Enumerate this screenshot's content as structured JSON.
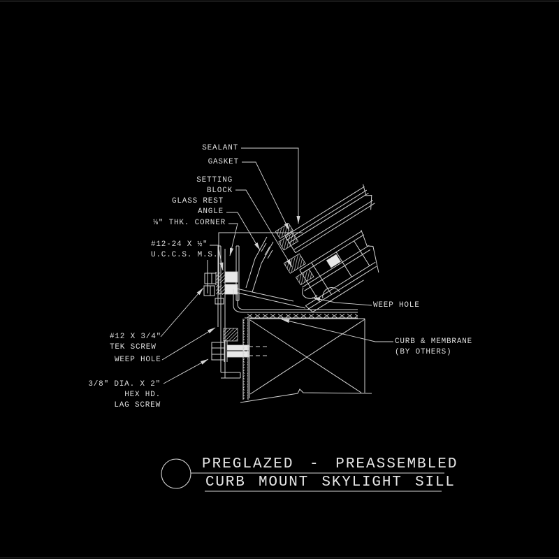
{
  "drawing": {
    "type": "CAD detail section",
    "colors": {
      "background": "#000000",
      "linework": "#d4d4d4",
      "text": "#dfdfdf"
    }
  },
  "callouts": {
    "sealant": {
      "text": "SEALANT"
    },
    "gasket": {
      "text": "GASKET"
    },
    "setting_block": {
      "line1": "SETTING",
      "line2": "BLOCK"
    },
    "glass_rest_angle": {
      "line1": "GLASS REST",
      "line2": "ANGLE"
    },
    "thk_corner": {
      "text": "⅛\" THK. CORNER"
    },
    "uccs_machine_screw": {
      "line1": "#12-24 X ½\"",
      "line2": "U.C.C.S. M.S."
    },
    "tek_screw": {
      "line1": "#12 X 3/4\"",
      "line2": "TEK SCREW"
    },
    "weep_hole_left": {
      "text": "WEEP HOLE"
    },
    "lag_screw": {
      "line1": "3/8\" DIA. X 2\"",
      "line2": "HEX HD.",
      "line3": "LAG SCREW"
    },
    "weep_hole_right": {
      "text": "WEEP HOLE"
    },
    "curb_membrane": {
      "line1": "CURB & MEMBRANE",
      "line2": "(BY OTHERS)"
    }
  },
  "title_block": {
    "line1": "PREGLAZED - PREASSEMBLED",
    "line2": "CURB MOUNT SKYLIGHT SILL"
  }
}
